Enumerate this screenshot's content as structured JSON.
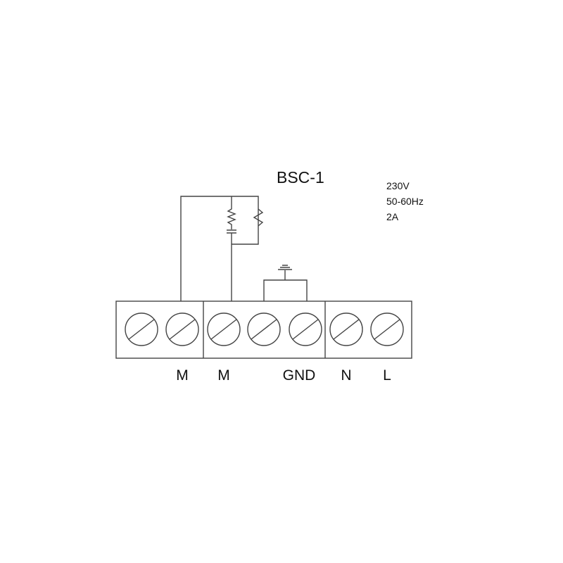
{
  "title": "BSC-1",
  "specs": [
    "230V",
    "50-60Hz",
    "2A"
  ],
  "terminals": [
    "",
    "M",
    "M",
    "",
    "GND",
    "N",
    "L"
  ],
  "colors": {
    "line": "#444444",
    "text": "#111111"
  }
}
